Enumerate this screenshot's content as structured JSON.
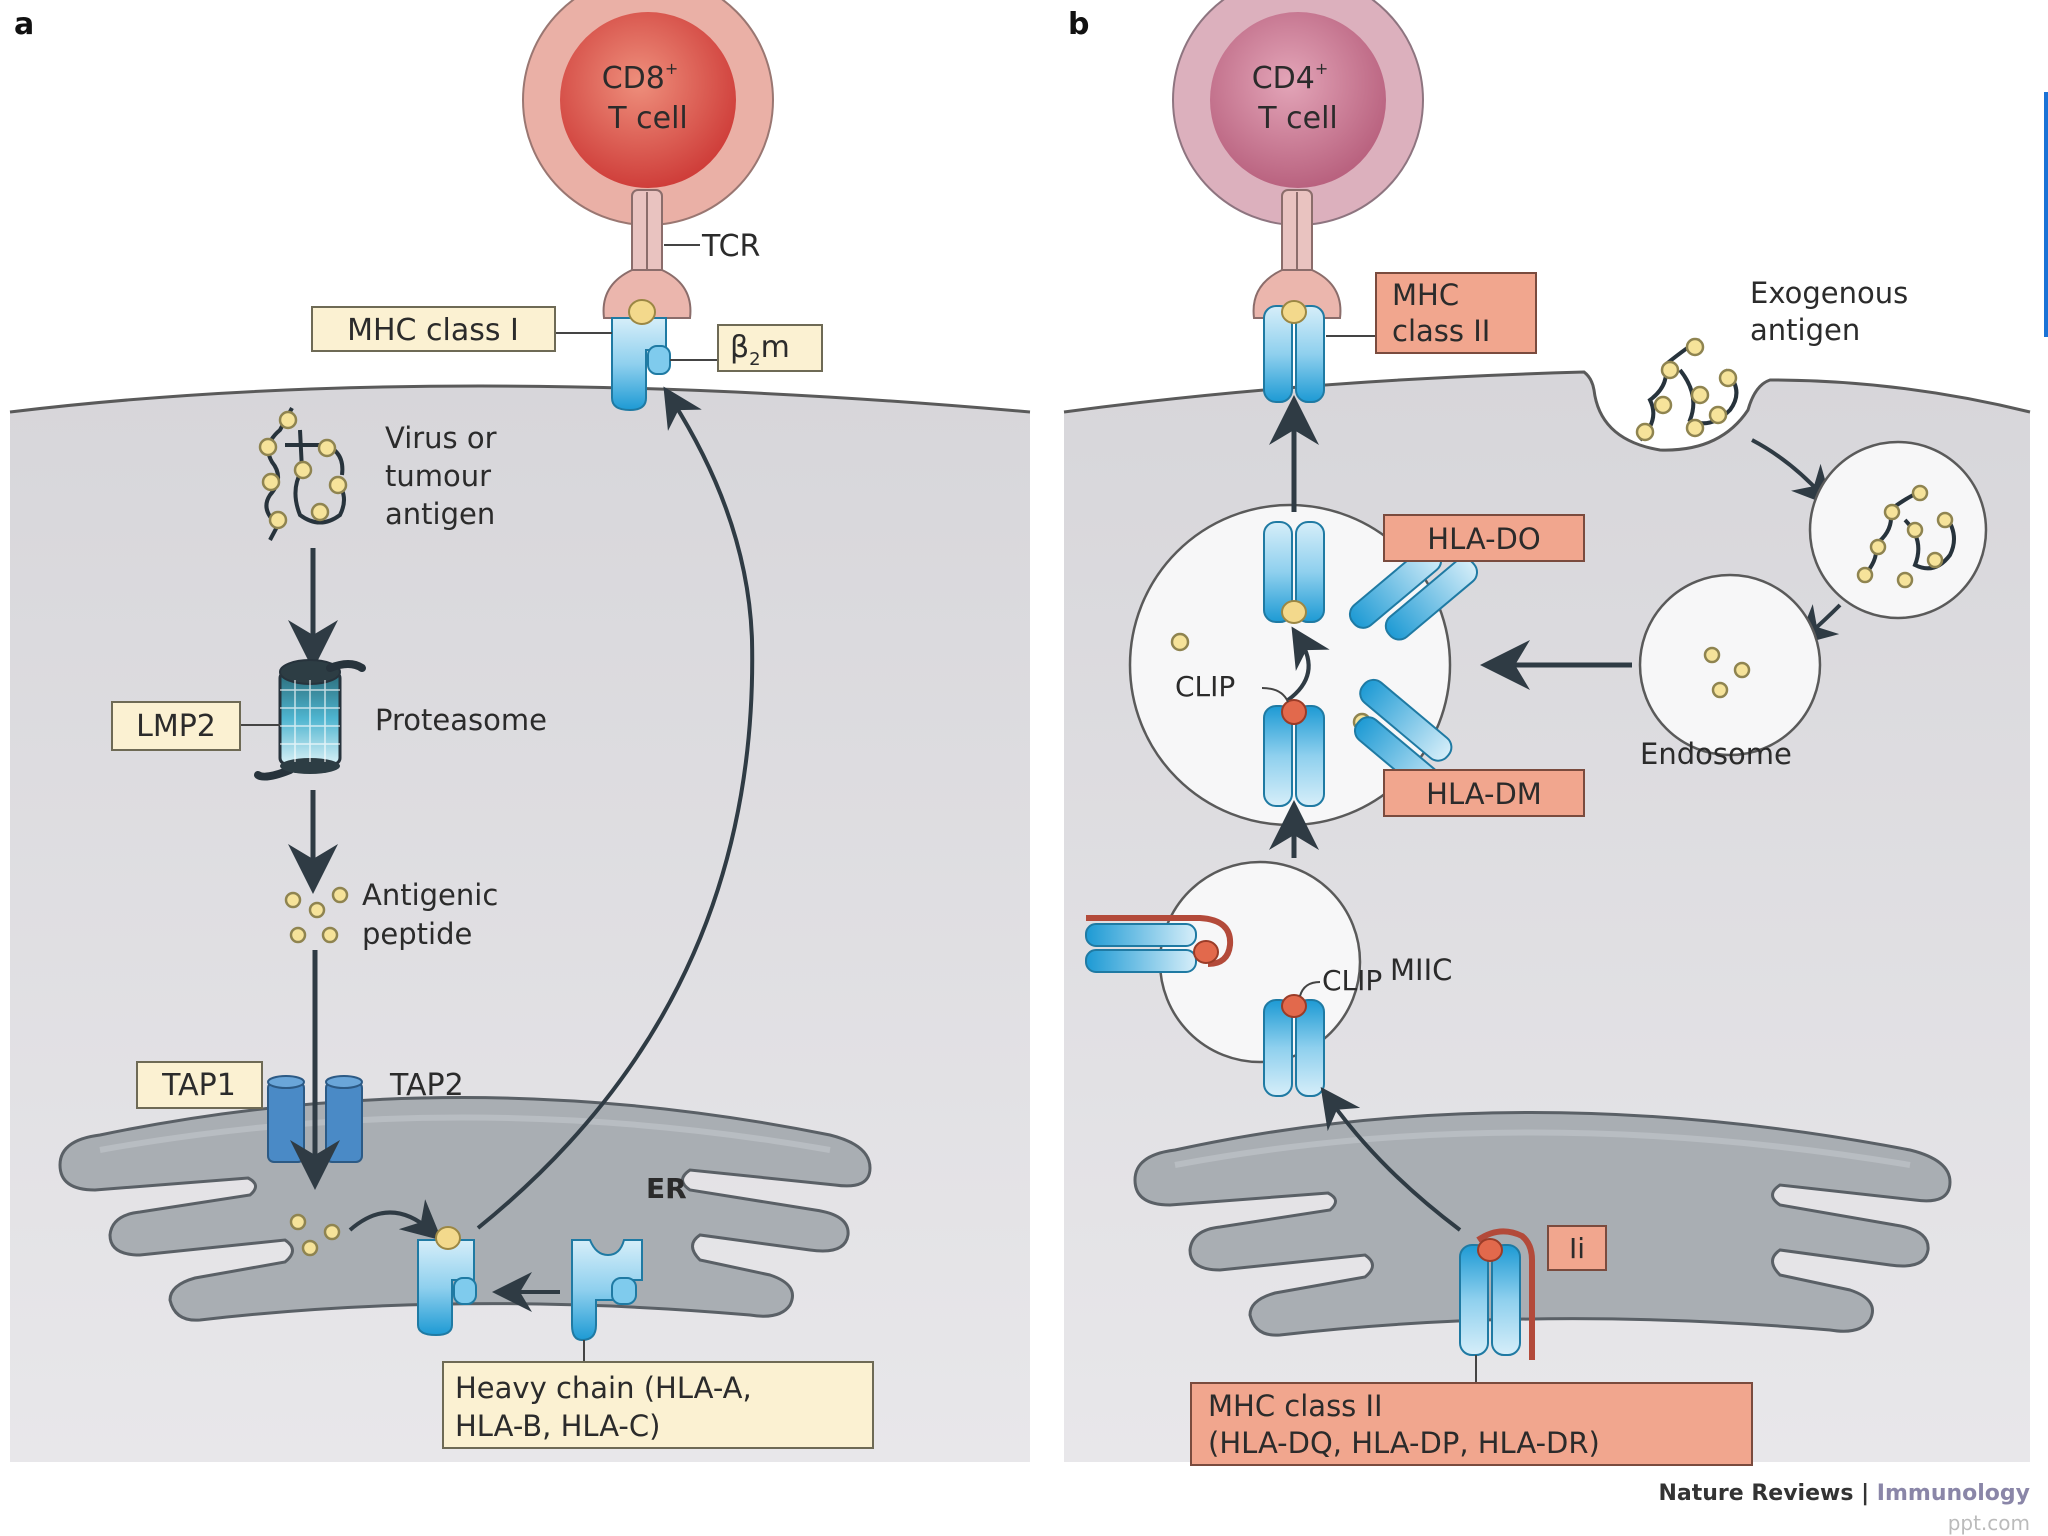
{
  "figure": {
    "panel_a": {
      "letter": "a",
      "t_cell": {
        "line1": "CD8",
        "sup": "+",
        "line2": "T cell"
      },
      "tcr_label": "TCR",
      "mhc_label": "MHC class I",
      "b2m_label_main": "β",
      "b2m_label_sub": "2",
      "b2m_label_end": "m",
      "antigen_label": [
        "Virus or",
        "tumour",
        "antigen"
      ],
      "lmp2_label": "LMP2",
      "proteasome_label": "Proteasome",
      "peptide_label": [
        "Antigenic",
        "peptide"
      ],
      "tap1_label": "TAP1",
      "tap2_label": "TAP2",
      "er_label": "ER",
      "heavy_chain_label": [
        "Heavy chain (HLA-A,",
        "HLA-B, HLA-C)"
      ]
    },
    "panel_b": {
      "letter": "b",
      "t_cell": {
        "line1": "CD4",
        "sup": "+",
        "line2": "T cell"
      },
      "mhc_label": [
        "MHC",
        "class II"
      ],
      "exogenous_label": [
        "Exogenous",
        "antigen"
      ],
      "hla_do_label": "HLA-DO",
      "hla_dm_label": "HLA-DM",
      "clip_label_upper": "CLIP",
      "clip_label_lower": "CLIP",
      "miic_label": "MIIC",
      "endosome_label": "Endosome",
      "ii_label": "Ii",
      "mhc2_box_label": [
        "MHC class II",
        "(HLA-DQ, HLA-DP, HLA-DR)"
      ]
    },
    "credit": {
      "journal": "Nature Reviews",
      "separator": " | ",
      "section": "Immunology"
    },
    "watermark": "ppt.com"
  },
  "colors": {
    "cell_cytoplasm": "#dedde0",
    "label_box_yellow": "#fbf1d2",
    "label_box_salmon": "#f1a68e",
    "mhc_blue": "#2aa3d6",
    "cd8_outer": "#eaa99f",
    "cd8_inner": "#d9514a",
    "cd4_outer": "#ddaab8",
    "cd4_inner": "#c37b94",
    "peptide_yellow": "#f6e39a",
    "clip_red": "#e2694c",
    "tap_blue": "#4a8ac6",
    "er_grey": "#a9aeb3",
    "arrow_dark": "#2f3b44",
    "accent_bar": "#1a73d6"
  }
}
